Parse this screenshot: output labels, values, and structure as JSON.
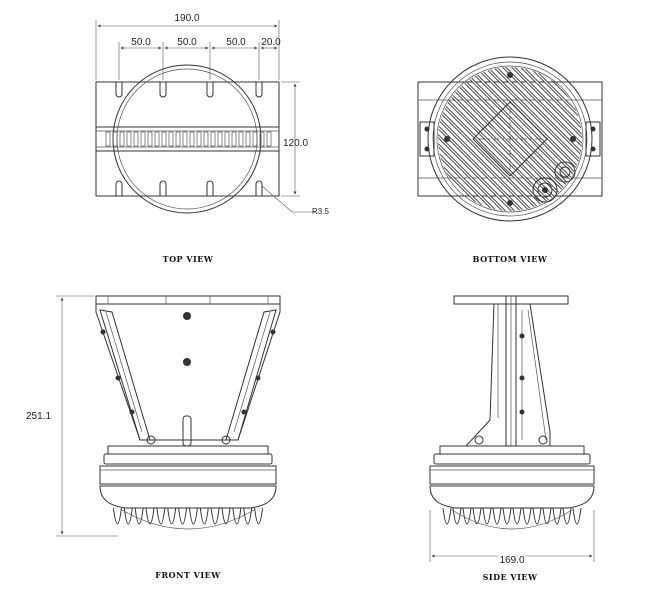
{
  "views": {
    "top": {
      "caption": "TOP VIEW",
      "dim_width": "190.0",
      "dim_spacing_1": "50.0",
      "dim_spacing_2": "50.0",
      "dim_spacing_3": "50.0",
      "dim_spacing_4": "20.0",
      "dim_height": "120.0",
      "dim_radius": "R3.5"
    },
    "bottom": {
      "caption": "BOTTOM VIEW"
    },
    "front": {
      "caption": "FRONT VIEW",
      "dim_height": "251.1"
    },
    "side": {
      "caption": "SIDE VIEW",
      "dim_diameter": "169.0"
    }
  }
}
